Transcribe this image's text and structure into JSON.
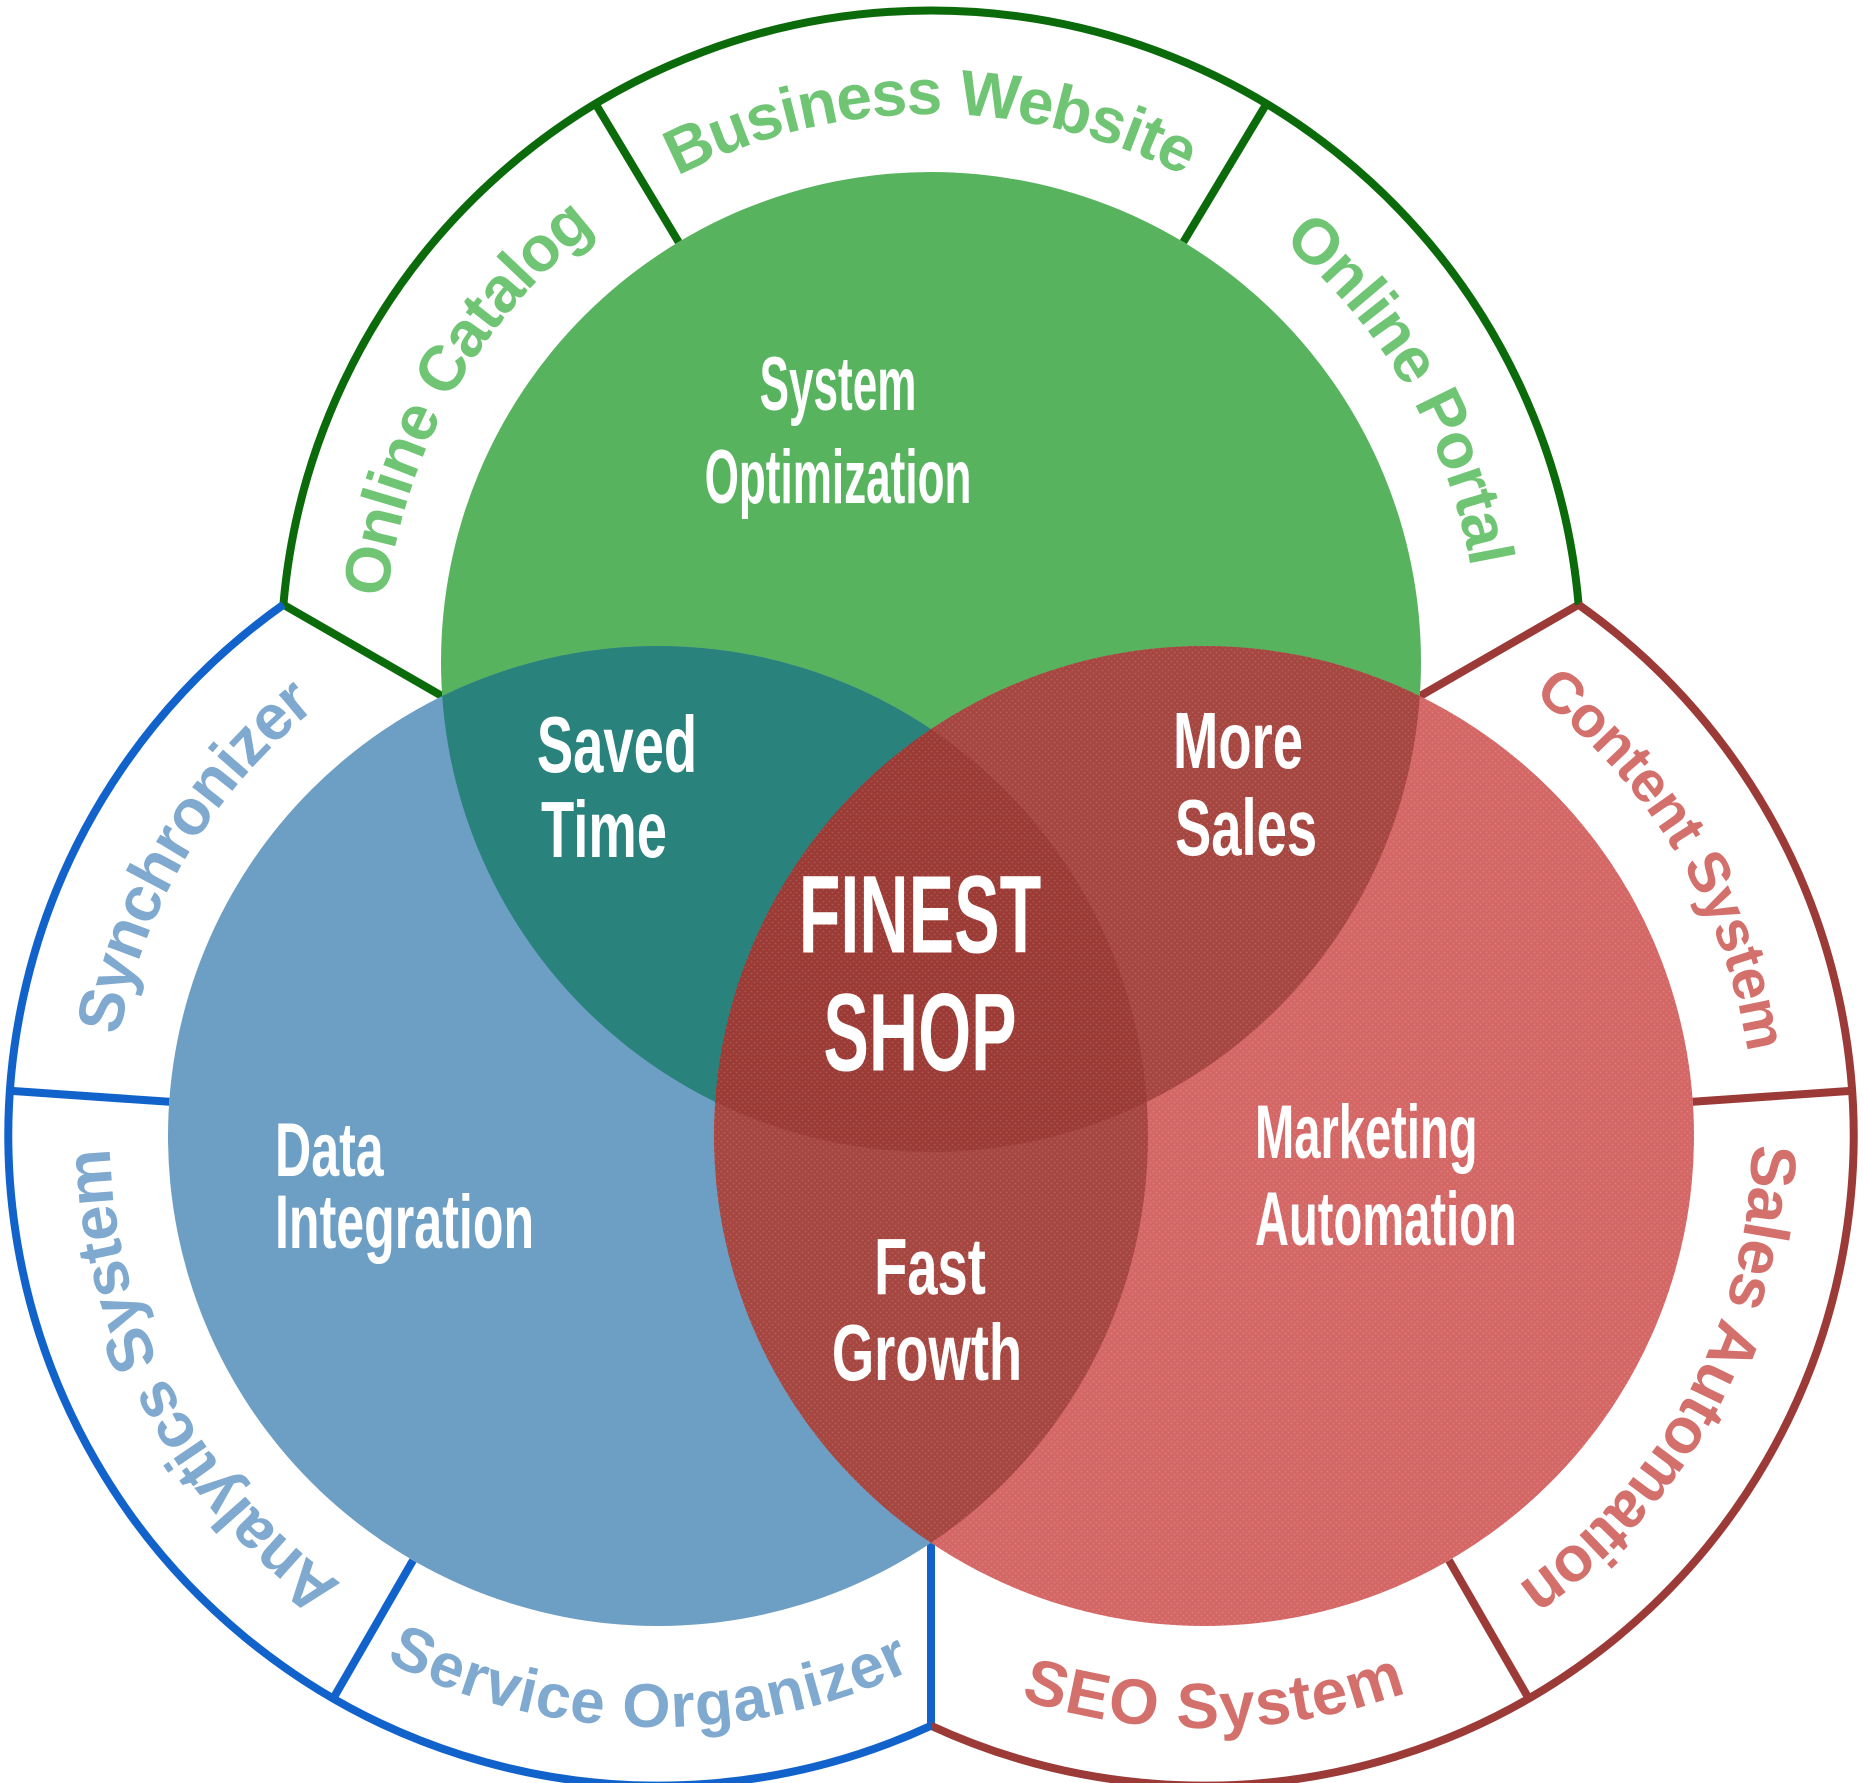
{
  "diagram": {
    "center": {
      "line1": "FINEST",
      "line2": "SHOP"
    },
    "green": {
      "circle_line1": "System",
      "circle_line2": "Optimization",
      "ring": [
        "Online Catalog",
        "Business Website",
        "Online Portal"
      ]
    },
    "blue": {
      "circle_line1": "Data",
      "circle_line2": "Integration",
      "ring": [
        "Synchronizer",
        "Analytics System",
        "Service Organizer"
      ]
    },
    "red": {
      "circle_line1": "Marketing",
      "circle_line2": "Automation",
      "ring": [
        "Content System",
        "Sales Automation",
        "SEO System"
      ]
    },
    "overlaps": {
      "green_blue": {
        "line1": "Saved",
        "line2": "Time"
      },
      "green_red": {
        "line1": "More",
        "line2": "Sales"
      },
      "blue_red": {
        "line1": "Fast",
        "line2": "Growth"
      }
    }
  },
  "colors": {
    "background": "#FFFFFF",
    "ring_fill": "#FFFFFF",
    "green_fill": "#58B35F",
    "green_border": "#0B6B0B",
    "green_ring_text": "#6FC573",
    "blue_fill": "#6D9EC4",
    "blue_border": "#1163CB",
    "blue_ring_text": "#7FA9CF",
    "red_fill": "#D46765",
    "red_border": "#9C3A37",
    "red_ring_text": "#D3706C",
    "overlap_green_blue": "#2A827C",
    "overlap_green_red": "#A64641",
    "overlap_blue_red": "#A64641",
    "overlap_center": "#9C3B35",
    "label_text": "#FFFFFF"
  }
}
